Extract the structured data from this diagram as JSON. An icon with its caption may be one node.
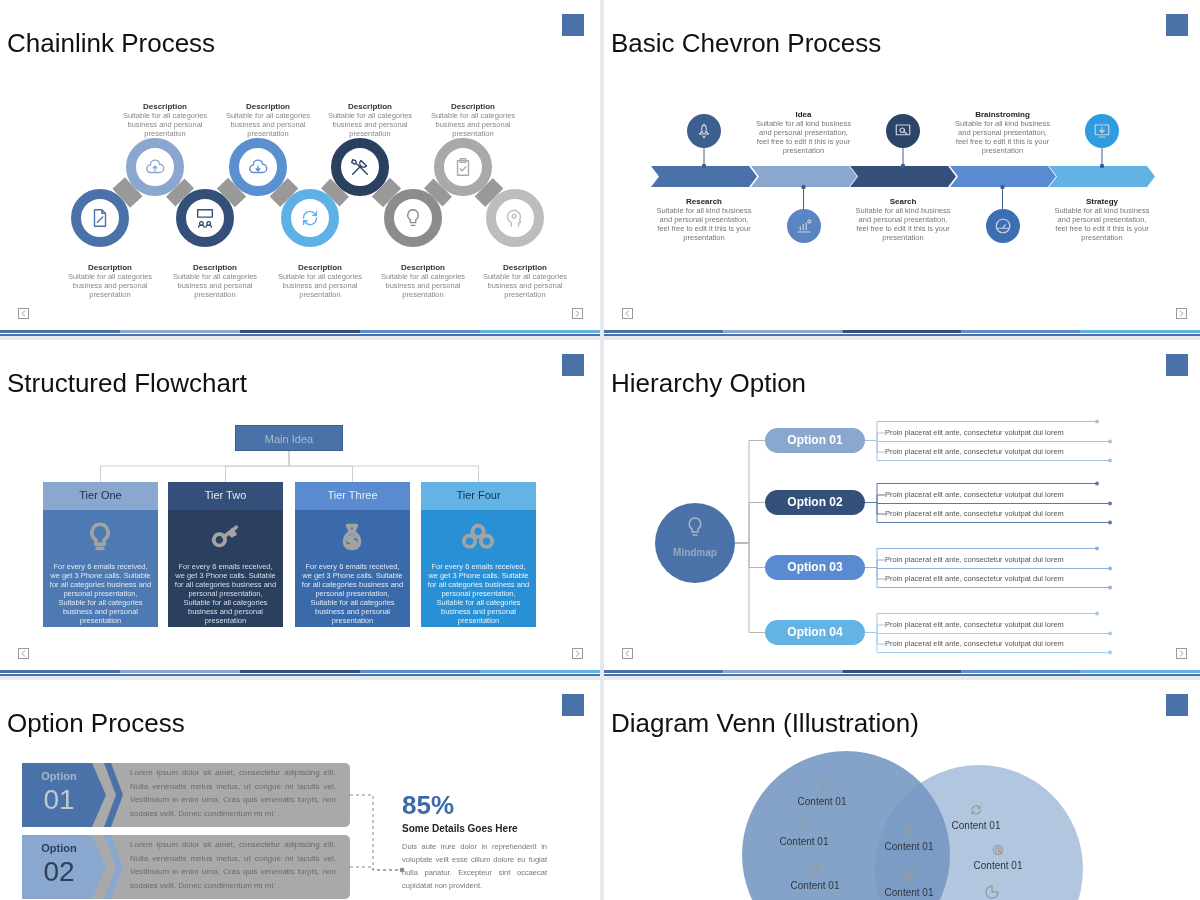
{
  "diagram": {
    "nodes": [
      {
        "text": [
          "Chainlink Process"
        ]
      },
      {
        "text": [
          "Description",
          "Suitable for all categories business and personal presentation"
        ],
        "in": 0
      },
      {
        "text": [
          "Description",
          "Suitable for all categories business and personal presentation"
        ],
        "in": 0
      },
      {
        "text": [
          "Description",
          "Suitable for all categories business and personal presentation"
        ],
        "in": 0
      },
      {
        "text": [
          "Description",
          "Suitable for all categories business and personal presentation"
        ],
        "in": 0
      },
      {
        "text": [
          "Description",
          "Suitable for all categories business and personal presentation"
        ],
        "in": 0
      },
      {
        "text": [
          "Description",
          "Suitable for all categories business and personal presentation"
        ],
        "in": 0
      },
      {
        "text": [
          "Description",
          "Suitable for all categories business and personal presentation"
        ],
        "in": 0
      },
      {
        "text": [
          "Description",
          "Suitable for all categories business and personal presentation"
        ],
        "in": 0
      },
      {
        "text": [
          "Description",
          "Suitable for all categories business and personal presentation"
        ],
        "in": 0
      },
      {
        "text": [
          "Basic Chevron Process"
        ]
      },
      {
        "text": [
          "Research",
          "Suitable for all kind business and personal presentation, feel free to edit it this is your presentation"
        ],
        "in": 10
      },
      {
        "text": [],
        "shape": "circle",
        "in": 10
      },
      {
        "text": [
          "Idea",
          "Suitable for all kind business and personal presentation, feel free to edit it this is your presentation"
        ],
        "in": 10
      },
      {
        "text": [],
        "shape": "circle",
        "in": 10
      },
      {
        "text": [
          "Search",
          "Suitable for all kind business and personal presentation, feel free to edit it this is your presentation"
        ],
        "in": 10
      },
      {
        "text": [],
        "shape": "circle",
        "in": 10
      },
      {
        "text": [
          "Brainstroming",
          "Suitable for all kind business and personal presentation, feel free to edit it this is your presentation"
        ],
        "in": 10
      },
      {
        "text": [],
        "shape": "circle",
        "in": 10
      },
      {
        "text": [
          "Strategy",
          "Suitable for all kind business and personal presentation, feel free to edit it this is your presentation"
        ],
        "in": 10
      },
      {
        "text": [],
        "shape": "circle",
        "in": 10
      },
      {
        "text": [
          "Structured Flowchart"
        ]
      },
      {
        "text": [
          "Main Idea"
        ],
        "in": 21
      },
      {
        "text": [
          "Tier One",
          "For every 6 emails received, we get 3 Phone calls. Suitable for all categories business and personal presentation, Suitable for all categories business and personal presentation"
        ],
        "in": 21
      },
      {
        "text": [
          "Tier Two",
          "For every 6 emails received, we get 3 Phone calls. Suitable for all categories business and personal presentation, Suitable for all categories business and personal presentation"
        ],
        "in": 21
      },
      {
        "text": [
          "Tier Three",
          "For every 6 emails received, we get 3 Phone calls. Suitable for all categories business and personal presentation, Suitable for all categories business and personal presentation"
        ],
        "in": 21
      },
      {
        "text": [
          "Tier Four",
          "For every 6 emails received, we get 3 Phone calls. Suitable for all categories business and personal presentation, Suitable for all categories business and personal presentation"
        ],
        "in": 21
      },
      {
        "text": [
          "Hierarchy Option"
        ]
      },
      {
        "text": [
          "Mindmap"
        ],
        "in": 27
      },
      {
        "text": [
          "Option 01"
        ],
        "in": 27
      },
      {
        "text": [
          "Proin placerat elit ante, consectetur volutpat dui lorem"
        ],
        "in": 27
      },
      {
        "text": [
          "Proin placerat elit ante, consectetur volutpat dui lorem"
        ],
        "in": 27
      },
      {
        "text": [
          "Option 02"
        ],
        "in": 27
      },
      {
        "text": [
          "Proin placerat elit ante, consectetur volutpat dui lorem"
        ],
        "in": 27
      },
      {
        "text": [
          "Proin placerat elit ante, consectetur volutpat dui lorem"
        ],
        "in": 27
      },
      {
        "text": [
          "Option 03"
        ],
        "in": 27
      },
      {
        "text": [
          "Proin placerat elit ante, consectetur volutpat dui lorem"
        ],
        "in": 27
      },
      {
        "text": [
          "Proin placerat elit ante, consectetur volutpat dui lorem"
        ],
        "in": 27
      },
      {
        "text": [
          "Option 04"
        ],
        "in": 27
      },
      {
        "text": [
          "Proin placerat elit ante, consectetur volutpat dui lorem"
        ],
        "in": 27
      },
      {
        "text": [
          "Proin placerat elit ante, consectetur volutpat dui lorem"
        ],
        "in": 27
      },
      {
        "text": [
          "Option Process"
        ]
      },
      {
        "text": [
          "Option",
          "01",
          "Lorem ipsum dolor sit amet, consectetur adipiscing elit. Nulla venenatis metus metus, ut congue mi iaculis vel. Vestibulum in enim urna. Cras quis venenatis turpis, non sodales velit. Donec condimentum mi mi, ."
        ],
        "in": 41
      },
      {
        "text": [
          "Option",
          "02",
          "Lorem ipsum dolor sit amet, consectetur adipiscing elit. Nulla venenatis metus metus, ut congue mi iaculis vel. Vestibulum in enim urna. Cras quis venenatis turpis, non sodales velit. Donec condimentum mi mi, ."
        ],
        "in": 41
      },
      {
        "text": [
          "85%",
          "Some Details Goes Here",
          "Duis aute irure dolor in reprehenderit in voluptate velit esse cillum dolore eu fugiat nulla pariatur. Excepteur sint occaecat cupidatat non provident."
        ],
        "in": 41
      },
      {
        "text": [
          "Diagram Venn (Illustration)"
        ]
      },
      {
        "text": [],
        "shape": "circle"
      },
      {
        "text": [],
        "shape": "circle"
      },
      {
        "text": [
          "Content 01"
        ]
      },
      {
        "text": [
          "Content 01"
        ]
      },
      {
        "text": [
          "Content 01"
        ]
      },
      {
        "text": [
          "Content 01"
        ]
      },
      {
        "text": [
          "Content 01"
        ]
      },
      {
        "text": [
          "Content 01"
        ]
      },
      {
        "text": [
          "Content 01"
        ]
      }
    ],
    "edges": [
      {
        "from": 12,
        "to": 11,
        "arrow": "other",
        "color": "#3d5f8f"
      },
      {
        "from": 14,
        "to": 13,
        "arrow": "other",
        "color": "#3d5f8f"
      },
      {
        "from": 16,
        "to": 15,
        "arrow": "other",
        "color": "#3d5f8f"
      },
      {
        "from": 18,
        "to": 17,
        "arrow": "other",
        "color": "#3d5f8f"
      },
      {
        "from": 20,
        "to": 19,
        "arrow": "other",
        "color": "#3d5f8f"
      },
      {
        "from": 22,
        "to": 23,
        "arrow": "none"
      },
      {
        "from": 22,
        "to": 24,
        "arrow": "none"
      },
      {
        "from": 22,
        "to": 25,
        "arrow": "none"
      },
      {
        "from": 22,
        "to": 26,
        "arrow": "none"
      },
      {
        "from": 28,
        "to": 29,
        "arrow": "none"
      },
      {
        "from": 28,
        "to": 32,
        "arrow": "none"
      },
      {
        "from": 28,
        "to": 35,
        "arrow": "none"
      },
      {
        "from": 28,
        "to": 38,
        "arrow": "none"
      },
      {
        "from": 29,
        "to": 30,
        "arrow": "none"
      },
      {
        "from": 29,
        "to": 31,
        "arrow": "none"
      },
      {
        "from": 32,
        "to": 33,
        "arrow": "none"
      },
      {
        "from": 32,
        "to": 34,
        "arrow": "none"
      },
      {
        "from": 35,
        "to": 36,
        "arrow": "none"
      },
      {
        "from": 35,
        "to": 37,
        "arrow": "none"
      },
      {
        "from": 38,
        "to": 39,
        "arrow": "none"
      },
      {
        "from": 38,
        "to": 40,
        "arrow": "none"
      },
      {
        "from": 42,
        "to": 44,
        "arrow": "other",
        "style": "dashed"
      },
      {
        "from": 43,
        "to": 44,
        "arrow": "other",
        "style": "dashed"
      },
      {
        "from": 1,
        "to": 2,
        "arrow": "none",
        "style": "thick"
      },
      {
        "from": 2,
        "to": 3,
        "arrow": "none",
        "style": "thick"
      },
      {
        "from": 3,
        "to": 4,
        "arrow": "none",
        "style": "thick"
      },
      {
        "from": 4,
        "to": 5,
        "arrow": "none",
        "style": "thick"
      },
      {
        "from": 5,
        "to": 6,
        "arrow": "none",
        "style": "thick"
      },
      {
        "from": 6,
        "to": 7,
        "arrow": "none",
        "style": "thick"
      },
      {
        "from": 7,
        "to": 8,
        "arrow": "none",
        "style": "thick"
      },
      {
        "from": 8,
        "to": 9,
        "arrow": "none",
        "style": "thick"
      }
    ]
  }
}
